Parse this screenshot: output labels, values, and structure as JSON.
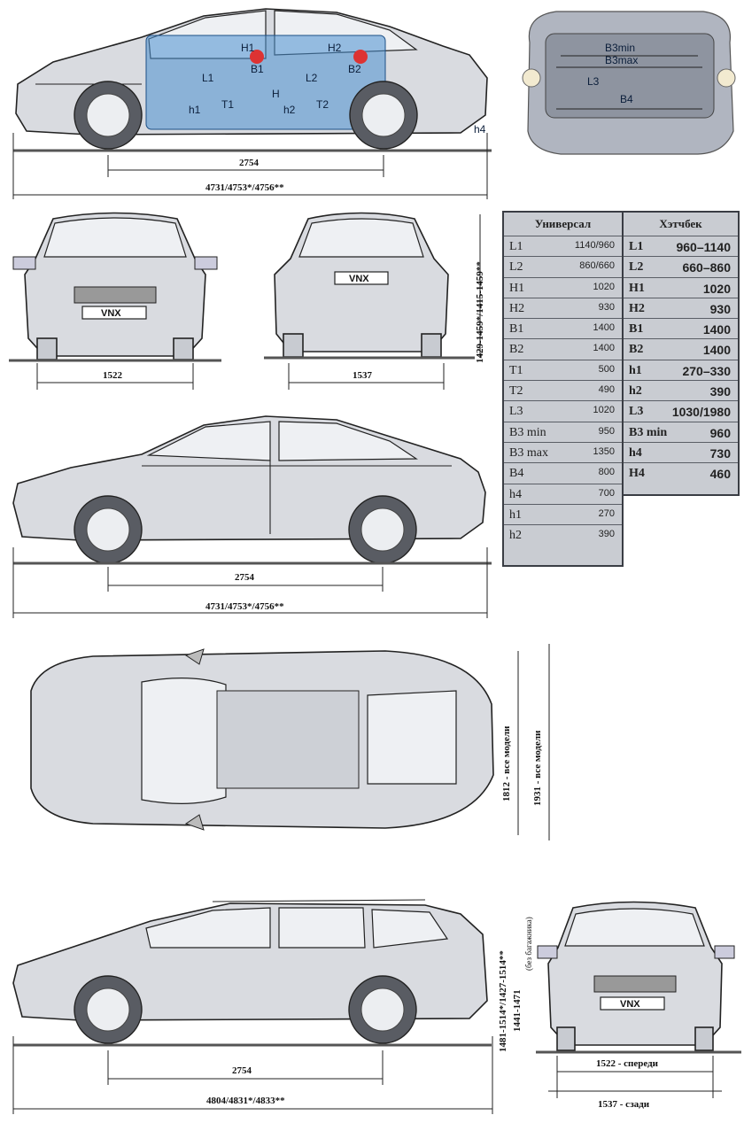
{
  "interior_view": {
    "labels": [
      "H1",
      "H2",
      "B1",
      "B2",
      "L1",
      "L2",
      "T1",
      "T2",
      "h1",
      "h2",
      "H",
      "h4"
    ],
    "wheelbase": "2754",
    "length": "4731/4753*/4756**"
  },
  "trunk_view": {
    "labels": [
      "B3min",
      "B3max",
      "L3",
      "B4"
    ]
  },
  "front_rear_view": {
    "plate_front": "VNX",
    "plate_rear": "VNX",
    "front_track": "1522",
    "rear_track": "1537",
    "height": "1429-1459*/1415-1459**"
  },
  "table": {
    "left_header": "Универсал",
    "right_header": "Хэтчбек",
    "left_rows": [
      {
        "k": "L1",
        "v": "1140/960"
      },
      {
        "k": "L2",
        "v": "860/660"
      },
      {
        "k": "H1",
        "v": "1020"
      },
      {
        "k": "H2",
        "v": "930"
      },
      {
        "k": "B1",
        "v": "1400"
      },
      {
        "k": "B2",
        "v": "1400"
      },
      {
        "k": "T1",
        "v": "500"
      },
      {
        "k": "T2",
        "v": "490"
      },
      {
        "k": "L3",
        "v": "1020"
      },
      {
        "k": "B3 min",
        "v": "950"
      },
      {
        "k": "B3 max",
        "v": "1350"
      },
      {
        "k": "B4",
        "v": "800"
      },
      {
        "k": "h4",
        "v": "700"
      },
      {
        "k": "h1",
        "v": "270"
      },
      {
        "k": "h2",
        "v": "390"
      }
    ],
    "right_rows": [
      {
        "k": "L1",
        "v": "960–1140"
      },
      {
        "k": "L2",
        "v": "660–860"
      },
      {
        "k": "H1",
        "v": "1020"
      },
      {
        "k": "H2",
        "v": "930"
      },
      {
        "k": "B1",
        "v": "1400"
      },
      {
        "k": "B2",
        "v": "1400"
      },
      {
        "k": "h1",
        "v": "270–330"
      },
      {
        "k": "h2",
        "v": "390"
      },
      {
        "k": "L3",
        "v": "1030/1980"
      },
      {
        "k": "B3 min",
        "v": "960"
      },
      {
        "k": "h4",
        "v": "730"
      },
      {
        "k": "H4",
        "v": "460"
      }
    ]
  },
  "side_hatch": {
    "wheelbase": "2754",
    "length": "4731/4753*/4756**"
  },
  "top_view": {
    "width_mirrorless": "1812 - все модели",
    "width_mirrors": "1931 - все модели"
  },
  "wagon_view": {
    "wheelbase": "2754",
    "length": "4804/4831*/4833**",
    "height": "1481-1514*/1427-1514**",
    "height2": "1441-1471",
    "height2_note": "(без багажника)",
    "plate": "VNX",
    "front_track": "1522 - спереди",
    "rear_track": "1537 - сзади"
  }
}
